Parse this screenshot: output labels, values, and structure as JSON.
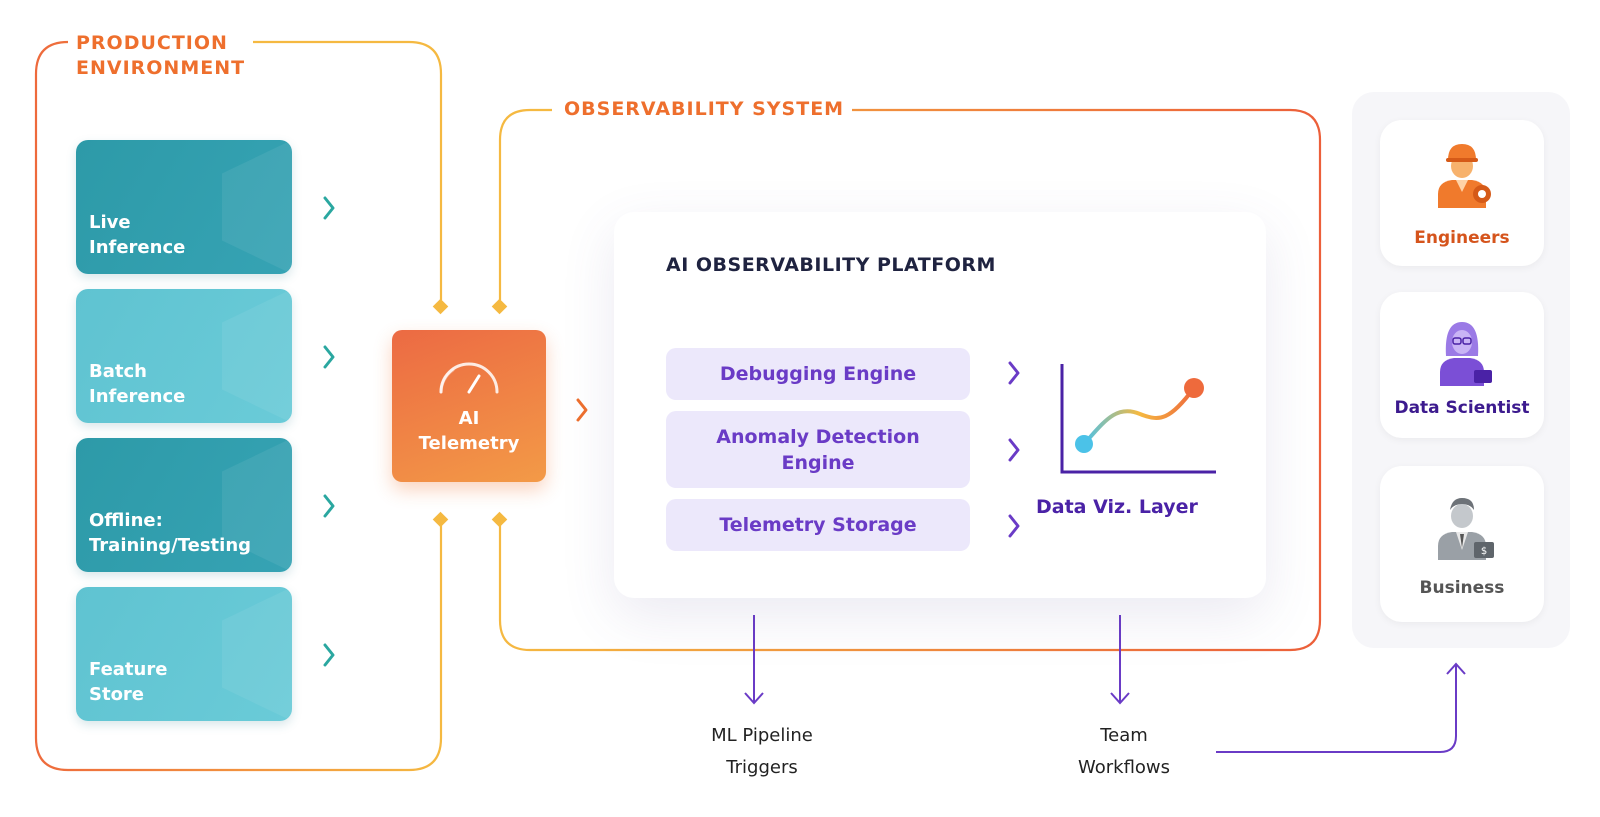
{
  "production": {
    "title": "PRODUCTION\nENVIRONMENT",
    "sources": [
      {
        "label": "Live\nInference"
      },
      {
        "label": "Batch\nInference"
      },
      {
        "label": "Offline:\nTraining/Testing"
      },
      {
        "label": "Feature\nStore"
      }
    ]
  },
  "telemetry": {
    "label": "AI\nTelemetry",
    "icon": "gauge-icon"
  },
  "observability": {
    "title": "OBSERVABILITY SYSTEM"
  },
  "platform": {
    "title": "AI OBSERVABILITY PLATFORM",
    "engines": [
      {
        "label": "Debugging Engine"
      },
      {
        "label": "Anomaly Detection\nEngine"
      },
      {
        "label": "Telemetry Storage"
      }
    ],
    "viz_label": "Data Viz. Layer",
    "viz_icon": "line-chart-icon"
  },
  "outcomes": [
    {
      "label": "ML Pipeline\nTriggers"
    },
    {
      "label": "Team\nWorkflows"
    }
  ],
  "stakeholders": [
    {
      "label": "Engineers",
      "icon": "engineer-icon",
      "color": "#d5541c"
    },
    {
      "label": "Data Scientist",
      "icon": "data-scientist-icon",
      "color": "#3c1a8e"
    },
    {
      "label": "Business",
      "icon": "businessman-icon",
      "color": "#555555"
    }
  ],
  "colors": {
    "orange": "#ee6f2d",
    "yellow": "#f5b941",
    "teal": "#2aa7a0",
    "purple": "#6a3bc6",
    "engine_fill": "#ece8fb"
  }
}
